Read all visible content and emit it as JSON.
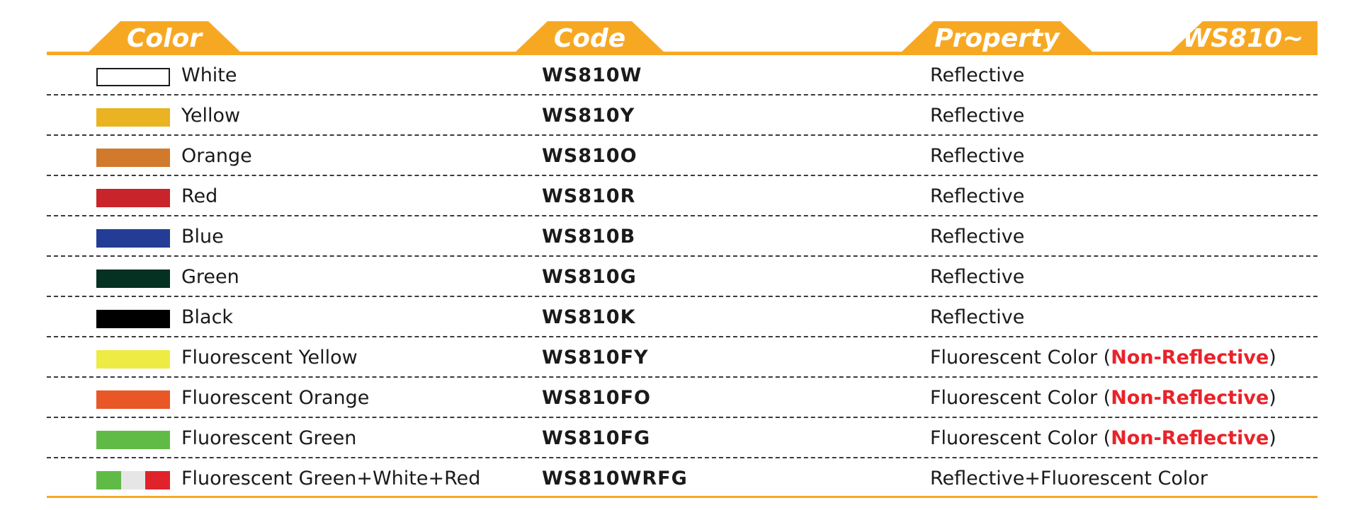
{
  "header": {
    "color": "Color",
    "code": "Code",
    "property": "Property",
    "series": "WS810~"
  },
  "accent_color": "#f7a823",
  "non_reflective_color": "#e8232a",
  "rows": [
    {
      "name": "White",
      "code": "WS810W",
      "property": "Reflective",
      "swatch": [
        "#ffffff"
      ],
      "outlined": true
    },
    {
      "name": "Yellow",
      "code": "WS810Y",
      "property": "Reflective",
      "swatch": [
        "#e9b321"
      ]
    },
    {
      "name": "Orange",
      "code": "WS810O",
      "property": "Reflective",
      "swatch": [
        "#d17a2b"
      ]
    },
    {
      "name": "Red",
      "code": "WS810R",
      "property": "Reflective",
      "swatch": [
        "#c9242b"
      ]
    },
    {
      "name": "Blue",
      "code": "WS810B",
      "property": "Reflective",
      "swatch": [
        "#233c96"
      ]
    },
    {
      "name": "Green",
      "code": "WS810G",
      "property": "Reflective",
      "swatch": [
        "#053123"
      ]
    },
    {
      "name": "Black",
      "code": "WS810K",
      "property": "Reflective",
      "swatch": [
        "#000000"
      ]
    },
    {
      "name": "Fluorescent Yellow",
      "code": "WS810FY",
      "property": "Fluorescent Color (",
      "non_reflective": "Non-Reflective",
      "property_end": ")",
      "swatch": [
        "#eeeb44"
      ]
    },
    {
      "name": "Fluorescent Orange",
      "code": "WS810FO",
      "property": "Fluorescent Color (",
      "non_reflective": "Non-Reflective",
      "property_end": ")",
      "swatch": [
        "#e95726"
      ]
    },
    {
      "name": "Fluorescent Green",
      "code": "WS810FG",
      "property": "Fluorescent Color (",
      "non_reflective": "Non-Reflective",
      "property_end": ")",
      "swatch": [
        "#60bb46"
      ]
    },
    {
      "name": "Fluorescent Green+White+Red",
      "code": "WS810WRFG",
      "property": "Reflective+Fluorescent Color",
      "swatch": [
        "#60bb46",
        "#e6e6e6",
        "#e0232a"
      ]
    }
  ]
}
